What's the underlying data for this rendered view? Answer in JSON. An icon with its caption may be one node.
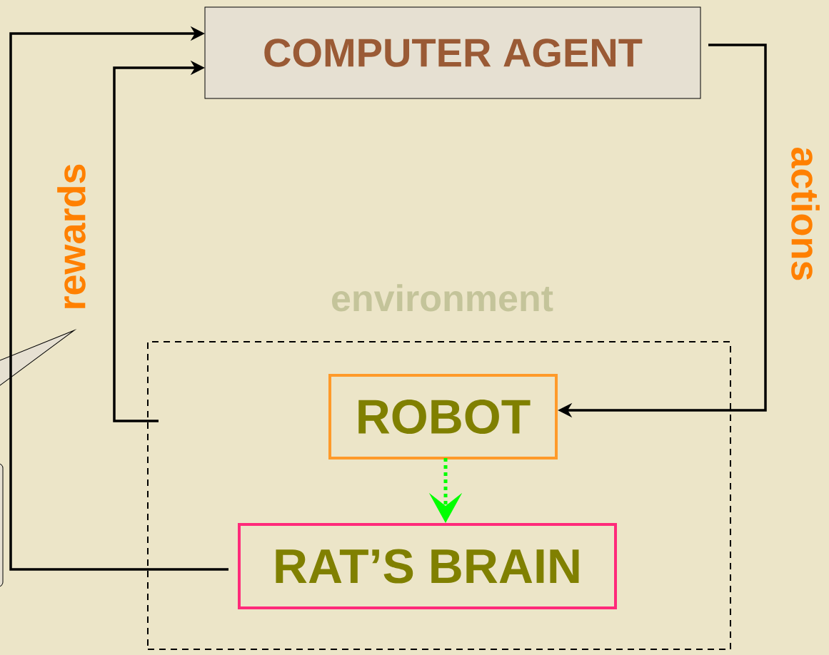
{
  "diagram": {
    "nodes": [
      {
        "text": [
          "COMPUTER AGENT"
        ]
      },
      {
        "text": [
          "environment"
        ]
      },
      {
        "text": [
          "ROBOT"
        ],
        "in": 1
      },
      {
        "text": [
          "RAT’S BRAIN"
        ],
        "in": 1
      }
    ],
    "edges": [
      {
        "from": 0,
        "to": 2,
        "arrow": "to",
        "label": "actions"
      },
      {
        "from": 1,
        "to": 0,
        "arrow": "to",
        "label": "rewards"
      },
      {
        "from": 3,
        "to": 0,
        "arrow": "to"
      },
      {
        "from": 2,
        "to": 3,
        "arrow": "to",
        "style": "dashed",
        "color": "#00ff00"
      }
    ]
  }
}
